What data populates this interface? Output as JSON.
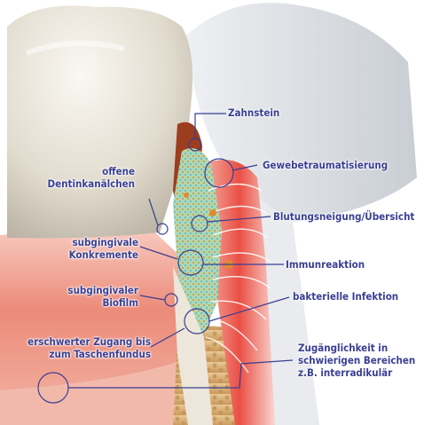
{
  "labels": {
    "zahnstein": "Zahnstein",
    "gewebetraumatisierung": "Gewebetraumatisierung",
    "offene_line1": "offene",
    "offene_line2": "Dentinkanälchen",
    "blutung": "Blutungsneigung/Übersicht",
    "subgingivale_line1": "subgingivale",
    "subgingivale_line2": "Konkremente",
    "immunreaktion": "Immunreaktion",
    "biofilm_line1": "subgingivaler",
    "biofilm_line2": "Biofilm",
    "bakterielle": "bakterielle Infektion",
    "zugang_line1": "erschwerter Zugang bis",
    "zugang_line2": "zum Taschenfundus",
    "zugaenglichkeit_line1": "Zugänglichkeit in",
    "zugaenglichkeit_line2": "schwierigen Bereichen",
    "zugaenglichkeit_line3": "z.B. interradikulär"
  },
  "colors": {
    "callout": "#3a3f92",
    "tooth": "#e3ddd2",
    "gum": "#e8584e",
    "gum_light": "#f6c5b8",
    "calculus": "#9c3d1e",
    "biofilm": "#8fc7a0",
    "bone": "#d8b47c"
  }
}
